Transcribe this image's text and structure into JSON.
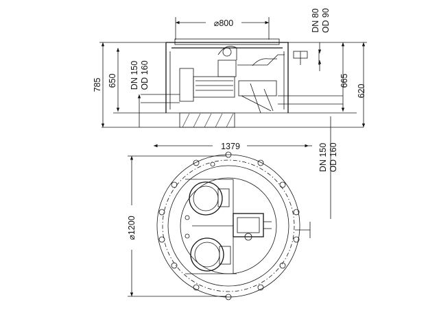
{
  "dimensions": {
    "top_diameter": "⌀800",
    "side_height_785": "785",
    "side_height_650": "650",
    "side_height_665": "665",
    "side_height_620": "620",
    "width_1379": "1379",
    "bottom_diameter": "⌀1200"
  },
  "pipe_labels": {
    "left_inlet": {
      "dn": "DN 150",
      "od": "OD 160"
    },
    "top_right_vent": {
      "dn": "DN 80",
      "od": "OD 90"
    },
    "right_outlet": {
      "dn": "DN 150",
      "od": "OD 160"
    }
  },
  "colors": {
    "line": "#111111",
    "background": "#ffffff"
  }
}
